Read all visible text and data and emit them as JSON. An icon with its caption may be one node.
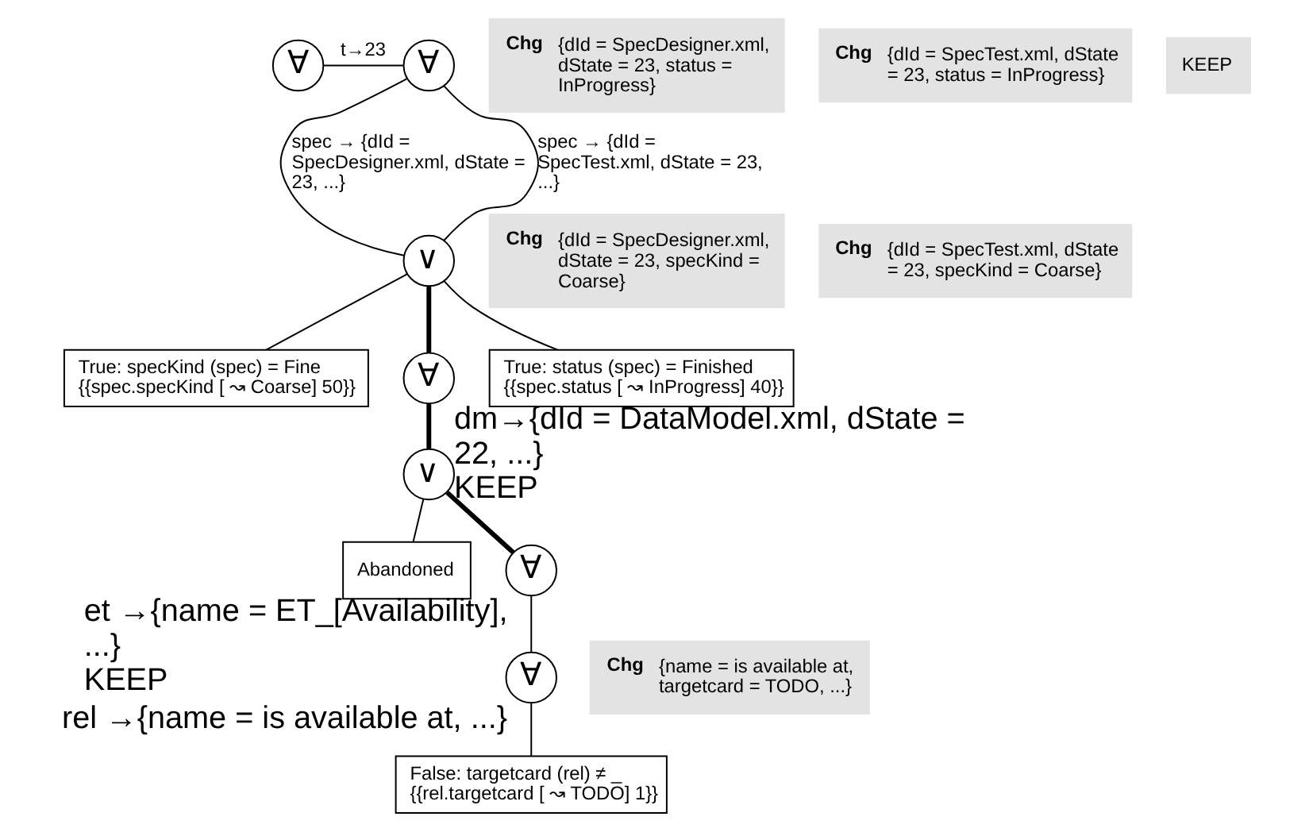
{
  "diagram": {
    "nodes": [
      {
        "text": [
          "∀"
        ]
      },
      {
        "text": [
          "∀"
        ]
      },
      {
        "text": [
          "Chg",
          "{dId = SpecDesigner.xml, dState = 23, status = InProgress}"
        ]
      },
      {
        "text": [
          "Chg",
          "{dId = SpecDesigner.xml, dState = 23, specKind = Coarse}"
        ]
      },
      {
        "text": [
          "Chg",
          "{dId = SpecTest.xml, dState = 23, status = InProgress}"
        ]
      },
      {
        "text": [
          "Chg",
          "{dId = SpecTest.xml, dState = 23, specKind = Coarse}"
        ]
      },
      {
        "text": [
          "∨"
        ]
      },
      {
        "text": [
          "True: specKind (spec) = Fine",
          "{{spec.specKind [ ↝ Coarse] 50}}"
        ]
      },
      {
        "text": [
          "∀"
        ],
        "beside": [
          "dm→{dId = DataModel.xml, dState = 22, ...}",
          "KEEP"
        ]
      },
      {
        "text": [
          "True: status (spec) = Finished",
          "{{spec.status [ ↝ InProgress] 40}}"
        ]
      },
      {
        "text": [
          "∨"
        ]
      },
      {
        "text": [
          "Abandoned"
        ]
      },
      {
        "text": [
          "∀"
        ],
        "beside": [
          "et →{name = ET_[Availability], ...}",
          "KEEP"
        ]
      },
      {
        "text": [
          "∀"
        ],
        "beside": [
          "rel →{name = is available at, ...}"
        ]
      },
      {
        "text": [
          "Chg",
          "{name = is available at, targetcard = TODO, ...}"
        ]
      },
      {
        "text": [
          "False: targetcard (rel) ≠ _",
          "{{rel.targetcard [ ↝ TODO] 1}}"
        ]
      }
    ],
    "edges": [
      {
        "from": 0,
        "to": 1,
        "arrow": "none",
        "label": "t→23"
      },
      {
        "from": 1,
        "to": 6,
        "arrow": "none",
        "label": "spec → {dId = SpecDesigner.xml, dState = 23, ...}"
      },
      {
        "from": 1,
        "to": 6,
        "arrow": "none",
        "label": "spec → {dId = SpecTest.xml, dState = 23, ...}"
      },
      {
        "from": 6,
        "to": 7,
        "arrow": "none"
      },
      {
        "from": 6,
        "to": 9,
        "arrow": "none"
      },
      {
        "from": 6,
        "to": 8,
        "arrow": "none",
        "style": "thick"
      },
      {
        "from": 8,
        "to": 10,
        "arrow": "none",
        "style": "thick"
      },
      {
        "from": 10,
        "to": 11,
        "arrow": "none"
      },
      {
        "from": 10,
        "to": 12,
        "arrow": "none",
        "style": "thick"
      },
      {
        "from": 12,
        "to": 13,
        "arrow": "none"
      },
      {
        "from": 13,
        "to": 15,
        "arrow": "none"
      }
    ],
    "labels": [
      "KEEP"
    ]
  }
}
